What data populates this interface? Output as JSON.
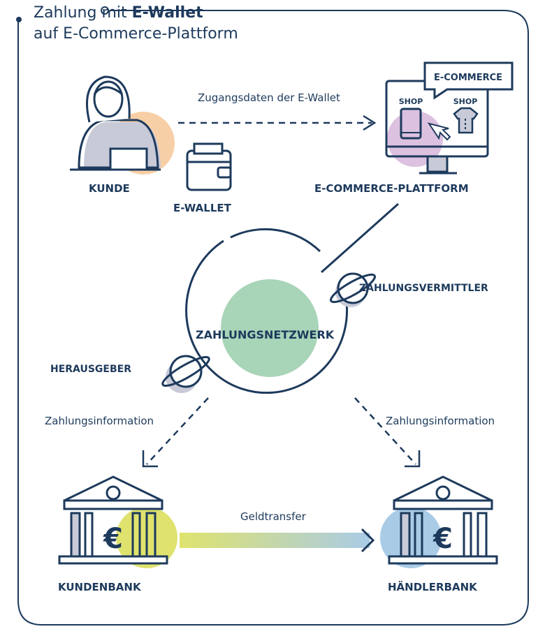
{
  "title": {
    "line1_prefix": "Zahlung mit ",
    "line1_bold": "E-Wallet",
    "line2": "auf E-Commerce-Plattform"
  },
  "labels": {
    "kunde": "KUNDE",
    "ewallet": "E-WALLET",
    "ecommerce_platform": "E-COMMERCE-PLATTFORM",
    "zahlungsnetzwerk": "ZAHLUNGSNETZWERK",
    "zahlungsvermittler": "ZAHLUNGSVERMITTLER",
    "herausgeber": "HERAUSGEBER",
    "kundenbank": "KUNDENBANK",
    "haendlerbank": "HÄNDLERBANK"
  },
  "edges": {
    "zugangsdaten": "Zugangsdaten der E-Wallet",
    "zahlungsinfo_left": "Zahlungsinformation",
    "zahlungsinfo_right": "Zahlungsinformation",
    "geldtransfer": "Geldtransfer"
  },
  "screen": {
    "bubble": "E-COMMERCE",
    "shop1": "SHOP",
    "shop2": "SHOP"
  },
  "bank_symbol": "€",
  "colors": {
    "navy": "#1d3a5c",
    "orange": "#f7cfa6",
    "green": "#a8d4b8",
    "purple": "#dcc1e0",
    "yellow": "#dfe36e",
    "blue": "#a9cbe6",
    "grey": "#c8cad8"
  }
}
